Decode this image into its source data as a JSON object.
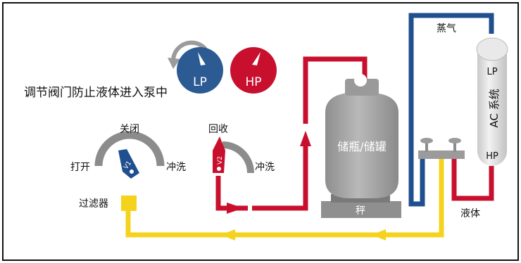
{
  "instruction": "调节阀门防止液体进入泵中",
  "gauges": {
    "low": "LP",
    "high": "HP"
  },
  "valve1": {
    "tag": "V1",
    "left": "打开",
    "top": "关闭",
    "right": "冲洗"
  },
  "valve2": {
    "tag": "V2",
    "top": "回收",
    "right": "冲洗"
  },
  "filter_label": "过滤器",
  "tank": {
    "label": "储瓶/储罐",
    "scale": "秤"
  },
  "ac_system": {
    "title": "AC 系统",
    "lp": "LP",
    "hp": "HP"
  },
  "lines": {
    "vapor": "蒸气",
    "liquid": "液体"
  },
  "colors": {
    "red": "#c8102e",
    "blue": "#1f4f8f",
    "yellow": "#f5d31c",
    "gauge_blue": "#2c5a93",
    "gauge_red": "#c8102e",
    "gray": "#9b9b9b"
  }
}
